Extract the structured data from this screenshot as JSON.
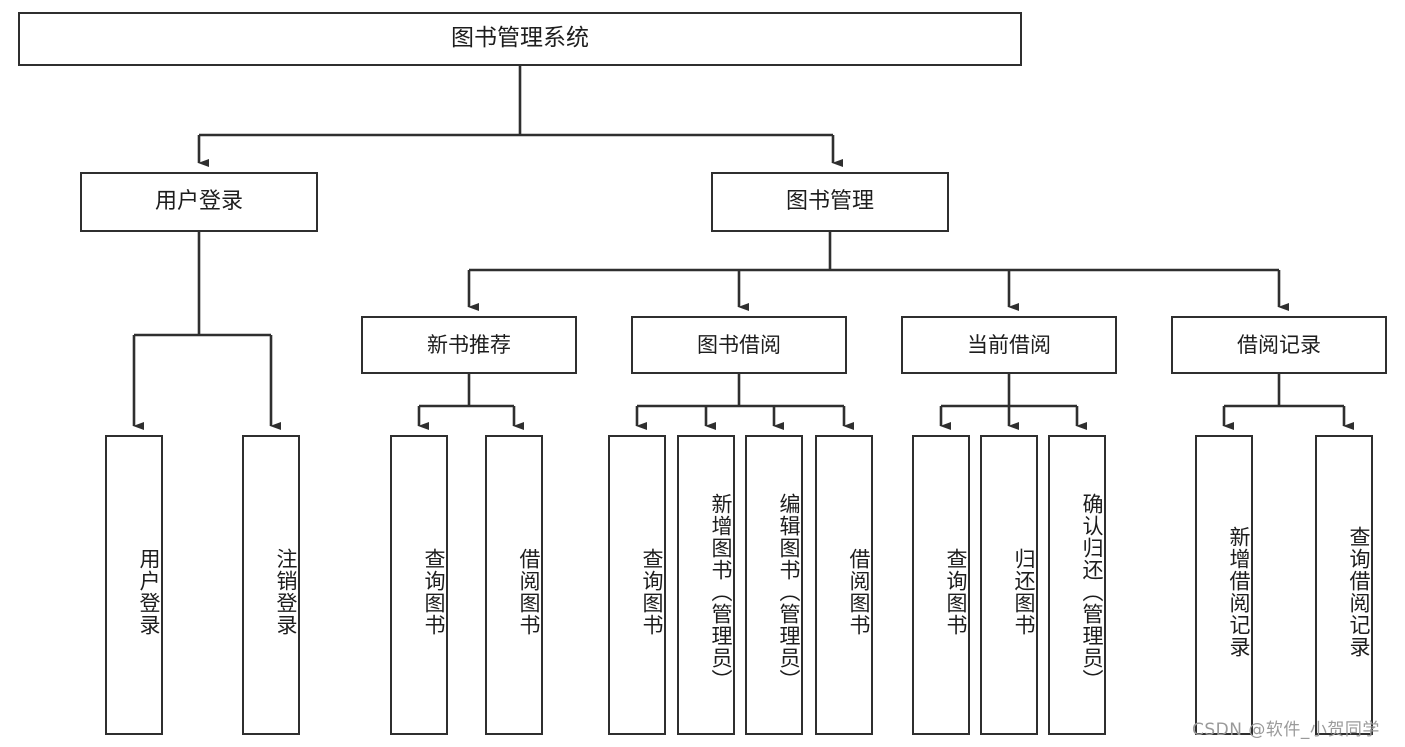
{
  "diagram": {
    "title": "图书管理系统",
    "type": "tree",
    "root": {
      "label": "图书管理系统"
    },
    "level2": [
      {
        "label": "用户登录"
      },
      {
        "label": "图书管理"
      }
    ],
    "level3": [
      {
        "label": "新书推荐"
      },
      {
        "label": "图书借阅"
      },
      {
        "label": "当前借阅"
      },
      {
        "label": "借阅记录"
      }
    ],
    "leaves": {
      "user_login": [
        {
          "label": "用户登录"
        },
        {
          "label": "注销登录"
        }
      ],
      "new_book_recommend": [
        {
          "label": "查询图书"
        },
        {
          "label": "借阅图书"
        }
      ],
      "book_borrow": [
        {
          "label": "查询图书"
        },
        {
          "label": "新增图书（管理员）"
        },
        {
          "label": "编辑图书（管理员）"
        },
        {
          "label": "借阅图书"
        }
      ],
      "current_borrow": [
        {
          "label": "查询图书"
        },
        {
          "label": "归还图书"
        },
        {
          "label": "确认归还（管理员）"
        }
      ],
      "borrow_record": [
        {
          "label": "新增借阅记录"
        },
        {
          "label": "查询借阅记录"
        }
      ]
    }
  },
  "watermark": {
    "text": "CSDN @软件_小贺同学"
  },
  "colors": {
    "stroke": "#2f2f2f",
    "background": "#ffffff",
    "text": "#1d1d1d",
    "watermark": "#9a9a9a"
  }
}
